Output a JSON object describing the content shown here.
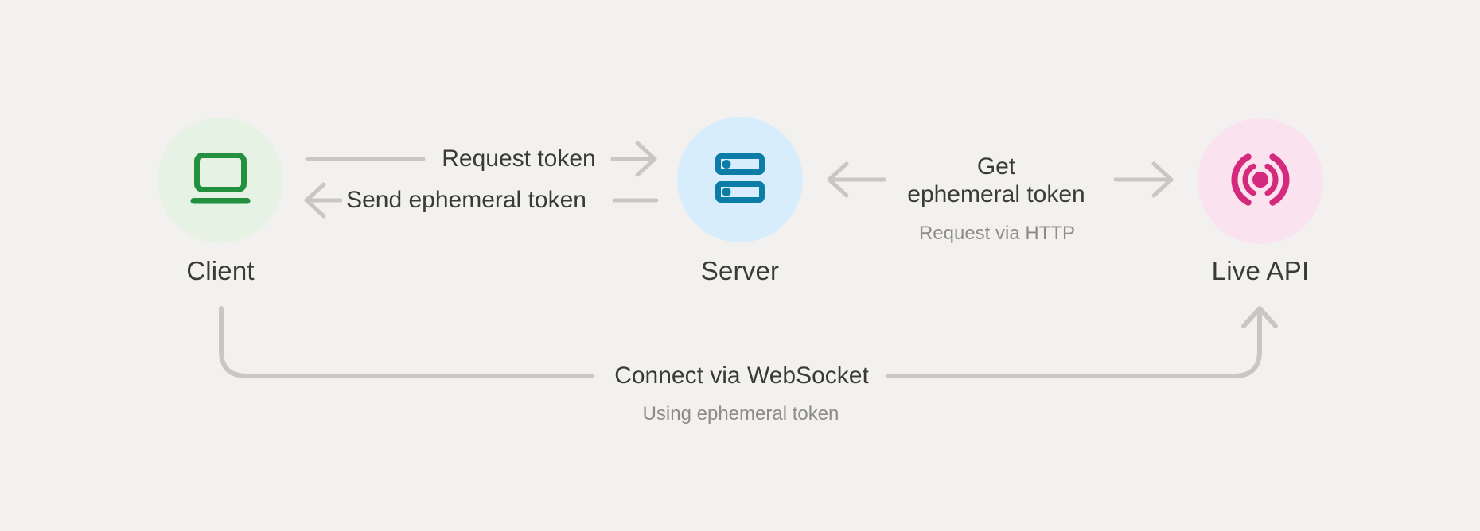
{
  "colors": {
    "background": "#f2f1ef",
    "connector_gray": "#c8c7c4",
    "text_dark": "#3a3a37",
    "text_muted": "#8d8c87",
    "client_circle": "#e5f2e4",
    "client_icon_green": "#23903f",
    "server_circle": "#d7edfb",
    "server_icon_teal": "#0b7da6",
    "live_circle": "#fbe2ef",
    "live_icon_pink": "#d42a7d"
  },
  "nodes": [
    {
      "id": "client",
      "label": "Client",
      "icon": "laptop-icon"
    },
    {
      "id": "server",
      "label": "Server",
      "icon": "server-icon"
    },
    {
      "id": "live_api",
      "label": "Live API",
      "icon": "live-broadcast-icon"
    }
  ],
  "edges": [
    {
      "id": "request_token",
      "from": "Client",
      "to": "Server",
      "label": "Request token",
      "arrow": "right"
    },
    {
      "id": "send_ephemeral_token",
      "from": "Server",
      "to": "Client",
      "label": "Send ephemeral token",
      "arrow": "left"
    },
    {
      "id": "get_ephemeral_token",
      "from": "Server",
      "to": "Live API",
      "label_line1": "Get",
      "label_line2": "ephemeral token",
      "sublabel": "Request via HTTP",
      "arrow": "left-and-right"
    },
    {
      "id": "connect_websocket",
      "from": "Client",
      "to": "Live API",
      "label": "Connect via WebSocket",
      "sublabel": "Using ephemeral token",
      "arrow": "up-into-live-api"
    }
  ]
}
